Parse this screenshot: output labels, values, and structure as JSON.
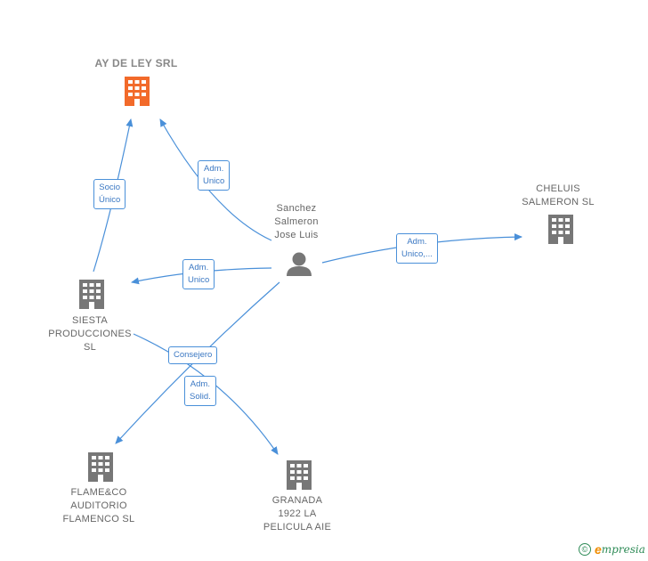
{
  "colors": {
    "edge": "#4a90d9",
    "building": "#777777",
    "highlight": "#f26a2a",
    "person": "#777777"
  },
  "nodes": {
    "ay_de_ley": {
      "lines": [
        "AY DE LEY SRL"
      ],
      "icon": "building-icon",
      "highlight": true
    },
    "cheluis": {
      "lines": [
        "CHELUIS",
        "SALMERON  SL"
      ],
      "icon": "building-icon"
    },
    "person": {
      "lines": [
        "Sanchez",
        "Salmeron",
        "Jose Luis"
      ],
      "icon": "person-icon"
    },
    "siesta": {
      "lines": [
        "SIESTA",
        "PRODUCCIONES",
        "SL"
      ],
      "icon": "building-icon"
    },
    "flameco": {
      "lines": [
        "FLAME&CO",
        "AUDITORIO",
        "FLAMENCO  SL"
      ],
      "icon": "building-icon"
    },
    "granada": {
      "lines": [
        "GRANADA",
        "1922 LA",
        "PELICULA AIE"
      ],
      "icon": "building-icon"
    }
  },
  "edges": {
    "socio": {
      "lines": [
        "Socio",
        "Único"
      ]
    },
    "adm_ay": {
      "lines": [
        "Adm.",
        "Unico"
      ]
    },
    "adm_cheluis": {
      "lines": [
        "Adm.",
        "Unico,..."
      ]
    },
    "adm_siesta": {
      "lines": [
        "Adm.",
        "Unico"
      ]
    },
    "consejero": {
      "lines": [
        "Consejero"
      ]
    },
    "adm_granada": {
      "lines": [
        "Adm.",
        "Solid."
      ]
    }
  },
  "brand": {
    "copyright_symbol": "©",
    "initial": "e",
    "name": "mpresia"
  }
}
